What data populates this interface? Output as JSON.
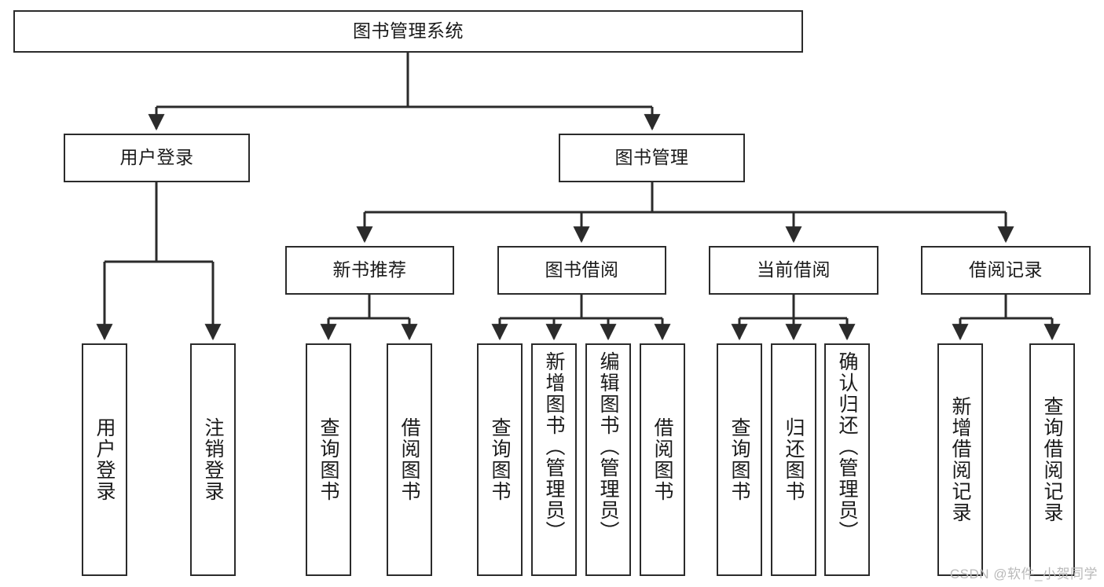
{
  "diagram": {
    "title": "图书管理系统",
    "watermark": "CSDN @软件_小贺同学",
    "colors": {
      "stroke": "#2b2b2b",
      "fill": "#ffffff",
      "text": "#1a1a1a",
      "watermark": "#b9b9b9"
    },
    "nodes": {
      "root": {
        "label": "图书管理系统"
      },
      "user_login": {
        "label": "用户登录"
      },
      "book_manage": {
        "label": "图书管理"
      },
      "new_book_rec": {
        "label": "新书推荐"
      },
      "book_borrow": {
        "label": "图书借阅"
      },
      "current_borrow": {
        "label": "当前借阅"
      },
      "borrow_record": {
        "label": "借阅记录"
      },
      "leaf_user_login": {
        "label": "用户登录"
      },
      "leaf_logout": {
        "label": "注销登录"
      },
      "leaf_query_book_1": {
        "label": "查询图书"
      },
      "leaf_borrow_book_1": {
        "label": "借阅图书"
      },
      "leaf_query_book_2": {
        "label": "查询图书"
      },
      "leaf_add_book": {
        "label": "新增图书（管理员）"
      },
      "leaf_edit_book": {
        "label": "编辑图书（管理员）"
      },
      "leaf_borrow_book_2": {
        "label": "借阅图书"
      },
      "leaf_query_book_3": {
        "label": "查询图书"
      },
      "leaf_return_book": {
        "label": "归还图书"
      },
      "leaf_confirm_return": {
        "label": "确认归还（管理员）"
      },
      "leaf_add_record": {
        "label": "新增借阅记录"
      },
      "leaf_query_record": {
        "label": "查询借阅记录"
      }
    },
    "edges": [
      {
        "from": "root",
        "to": "user_login"
      },
      {
        "from": "root",
        "to": "book_manage"
      },
      {
        "from": "user_login",
        "to": "leaf_user_login"
      },
      {
        "from": "user_login",
        "to": "leaf_logout"
      },
      {
        "from": "book_manage",
        "to": "new_book_rec"
      },
      {
        "from": "book_manage",
        "to": "book_borrow"
      },
      {
        "from": "book_manage",
        "to": "current_borrow"
      },
      {
        "from": "book_manage",
        "to": "borrow_record"
      },
      {
        "from": "new_book_rec",
        "to": "leaf_query_book_1"
      },
      {
        "from": "new_book_rec",
        "to": "leaf_borrow_book_1"
      },
      {
        "from": "book_borrow",
        "to": "leaf_query_book_2"
      },
      {
        "from": "book_borrow",
        "to": "leaf_add_book"
      },
      {
        "from": "book_borrow",
        "to": "leaf_edit_book"
      },
      {
        "from": "book_borrow",
        "to": "leaf_borrow_book_2"
      },
      {
        "from": "current_borrow",
        "to": "leaf_query_book_3"
      },
      {
        "from": "current_borrow",
        "to": "leaf_return_book"
      },
      {
        "from": "current_borrow",
        "to": "leaf_confirm_return"
      },
      {
        "from": "borrow_record",
        "to": "leaf_add_record"
      },
      {
        "from": "borrow_record",
        "to": "leaf_query_record"
      }
    ]
  }
}
